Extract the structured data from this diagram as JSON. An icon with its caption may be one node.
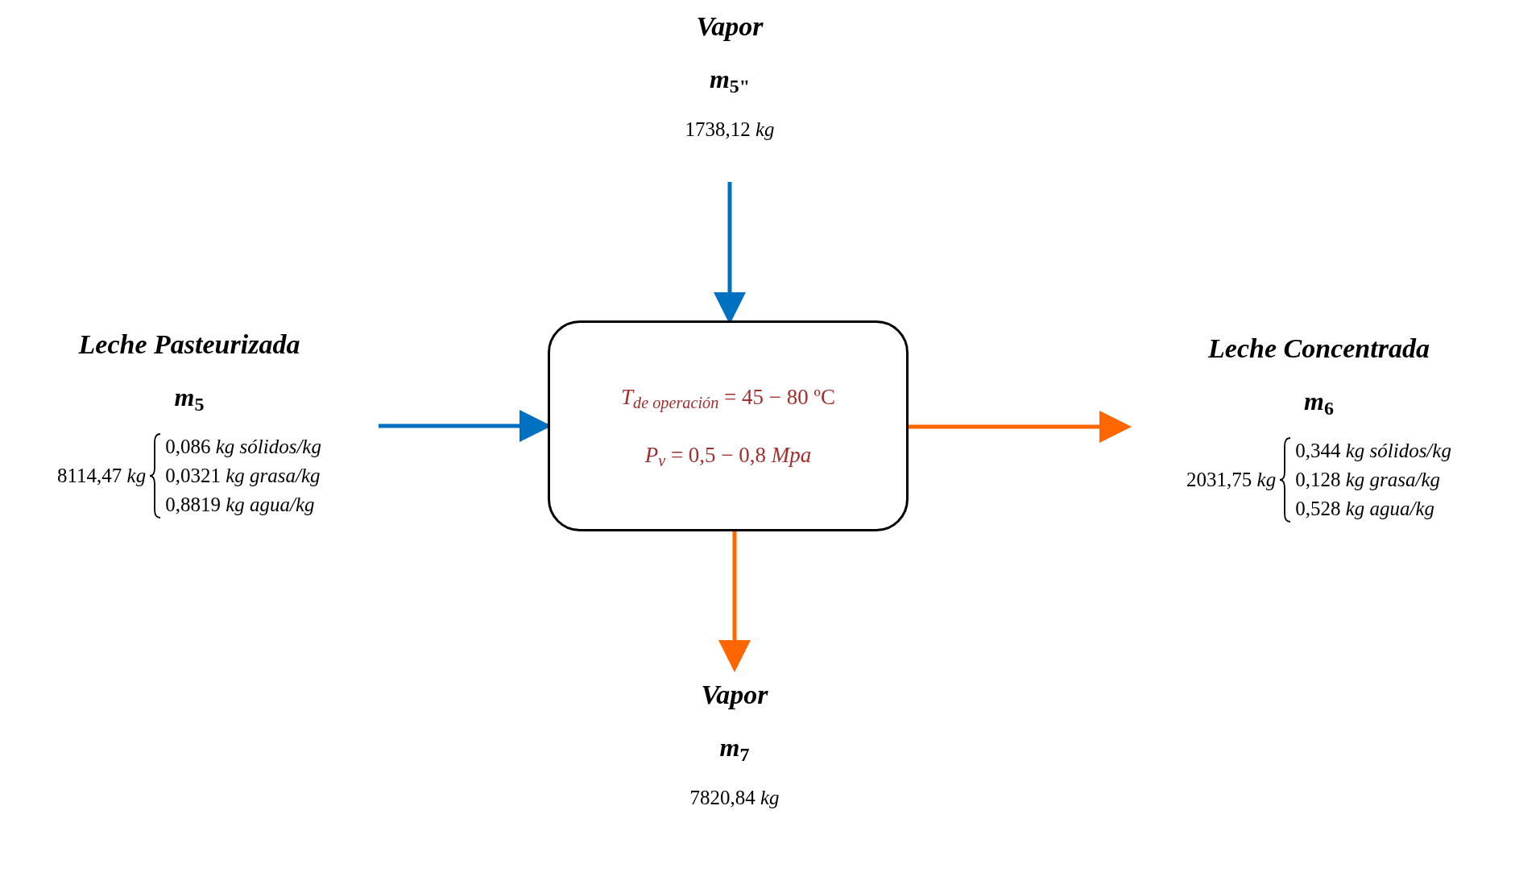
{
  "diagram": {
    "nodes": [
      {
        "text": [
          "Vapor",
          "m$_{5\"}$",
          "1738,12 *kg*"
        ]
      },
      {
        "text": [
          "*T*$_{de operación}$ = 45 − 80 ºC",
          "*P*$_{v}$ = 0,5 − 0,8 *Mpa*"
        ]
      },
      {
        "text": [
          "Leche Pasteurizada",
          "m$_{5}$",
          "8114,47 *kg*",
          "0,086 *kg sólidos/kg*",
          "0,0321 *kg grasa/kg*",
          "0,8819 *kg agua/kg*"
        ]
      },
      {
        "text": [
          "Leche Concentrada",
          "m$_{6}$",
          "2031,75 *kg*",
          "0,344 *kg sólidos/kg*",
          "0,128 *kg grasa/kg*",
          "0,528 *kg agua/kg*"
        ]
      },
      {
        "text": [
          "Vapor",
          "m$_{7}$",
          "7820,84 *kg*"
        ]
      }
    ],
    "edges": [
      {
        "from": 0,
        "to": 1,
        "arrow": "to",
        "color": "#0070c0"
      },
      {
        "from": 2,
        "to": 1,
        "arrow": "to",
        "color": "#0070c0"
      },
      {
        "from": 1,
        "to": 3,
        "arrow": "to",
        "color": "#ff6600"
      },
      {
        "from": 1,
        "to": 4,
        "arrow": "to",
        "color": "#ff6600"
      }
    ]
  }
}
